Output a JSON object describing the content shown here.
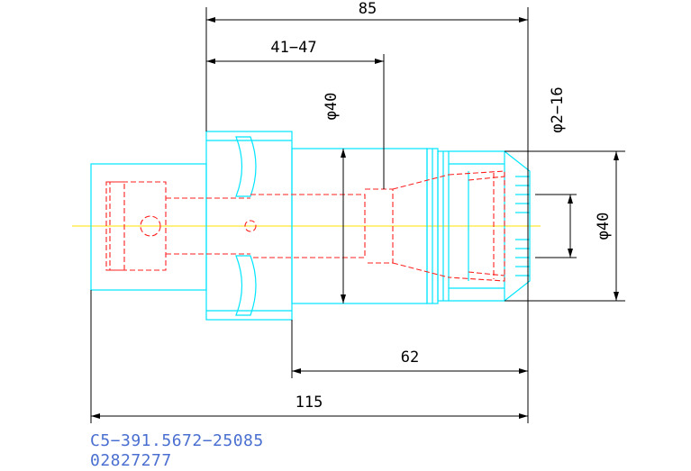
{
  "drawing": {
    "dimensions": {
      "overall_length": "85",
      "depth_range": "41−47",
      "bore_diameter": "φ40",
      "clamping_range": "φ2−16",
      "nose_diameter": "φ40",
      "projection": "62",
      "total_length": "115"
    },
    "part_number": "C5−391.5672−25085",
    "item_number": "02827277",
    "colors": {
      "outline": "#00e5ff",
      "hidden": "#ff2020",
      "centerline": "#ffe000",
      "dimension": "#000000",
      "text": "#4a6fd0"
    }
  }
}
